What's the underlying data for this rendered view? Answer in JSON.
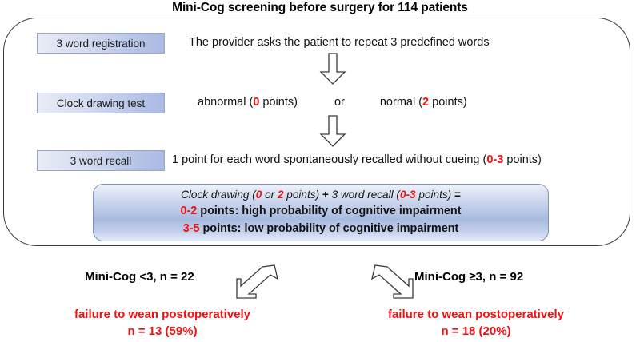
{
  "figure": {
    "title": "Mini-Cog screening before surgery for 114 patients",
    "accent_red": "#ee1111",
    "chip_blue": "#aab9e3",
    "panel_blue": "#a8bbe0"
  },
  "steps": [
    {
      "chip": "3 word registration",
      "description": "The provider asks the patient to repeat 3 predefined words"
    },
    {
      "chip": "Clock drawing test",
      "desc_parts": {
        "a": "abnormal (",
        "a_score": "0",
        "b": " points)",
        "connector": "or",
        "c": "normal (",
        "c_score": "2",
        "d": " points)"
      }
    },
    {
      "chip": "3 word recall",
      "desc_parts": {
        "a": "1 point for each word spontaneously recalled without cueing (",
        "score": "0-3",
        "b": " points)"
      }
    }
  ],
  "arrows": {
    "step1_to_step2": "down-arrow",
    "step2_to_step3": "down-arrow",
    "branch_left": "arrow-down-left",
    "branch_right": "arrow-down-right"
  },
  "summary": {
    "line1": {
      "a": "Clock drawing (",
      "s1": "0",
      "b": " or ",
      "s2": "2",
      "c": " points)",
      "plus": " + ",
      "d": "3 word recall (",
      "s3": "0-3",
      "e": " points)",
      "equals": " ="
    },
    "line2": {
      "score": "0-2",
      "text": " points: high probability of cognitive impairment"
    },
    "line3": {
      "score": "3-5",
      "text": " points: low probability of cognitive impairment"
    }
  },
  "branches": [
    {
      "label": "Mini-Cog <3, n = 22",
      "outcome_line1": "failure to wean postoperatively",
      "outcome_line2": "n = 13 (59%)"
    },
    {
      "label": "Mini-Cog ≥3, n = 92",
      "outcome_line1": "failure to wean postoperatively",
      "outcome_line2": "n = 18 (20%)"
    }
  ]
}
